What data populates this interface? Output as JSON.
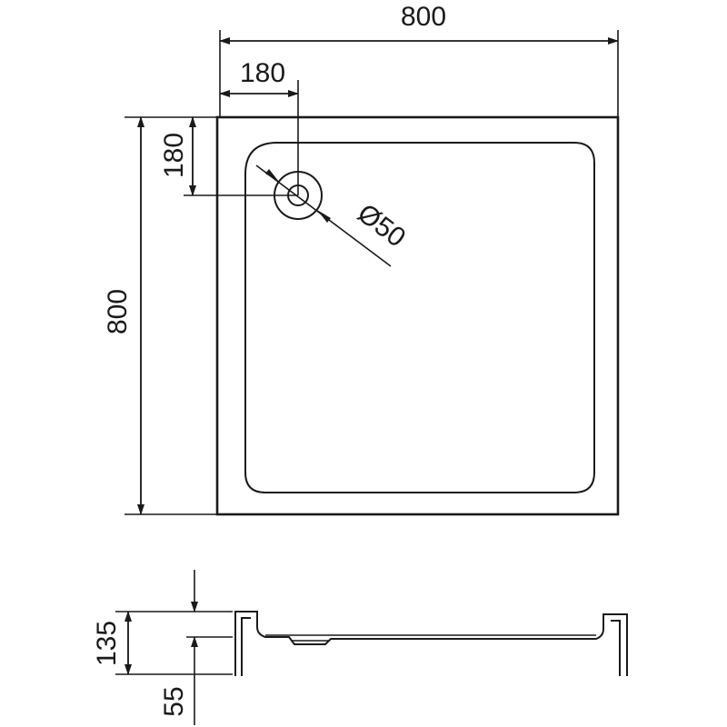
{
  "plan_view": {
    "width_label": "800",
    "height_label": "800",
    "drain_offset_x_label": "180",
    "drain_offset_y_label": "180",
    "drain_diameter_label": "Ø50"
  },
  "section_view": {
    "height_label": "135",
    "drain_depth_label": "55"
  }
}
